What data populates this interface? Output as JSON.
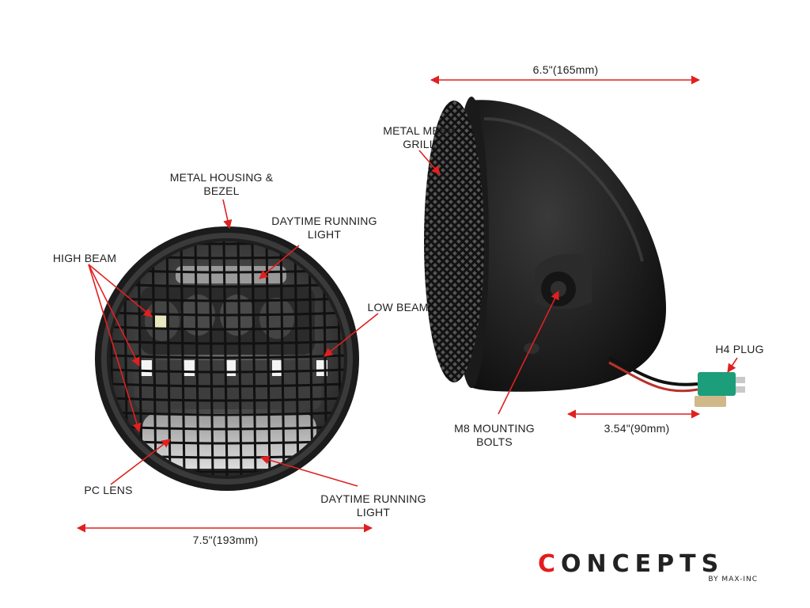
{
  "labels": {
    "metal_housing": [
      "METAL HOUSING &",
      "BEZEL"
    ],
    "drl_top": [
      "DAYTIME RUNNING",
      "LIGHT"
    ],
    "high_beam": "HIGH BEAM",
    "low_beam": "LOW BEAM",
    "pc_lens": "PC LENS",
    "drl_bottom": [
      "DAYTIME RUNNING",
      "LIGHT"
    ],
    "width_front": "7.5\"(193mm)",
    "depth_side": "6.5\"(165mm)",
    "metal_mesh": [
      "METAL MESH",
      "GRILL"
    ],
    "h4_plug": "H4 PLUG",
    "mounting_bolts": [
      "M8 MOUNTING",
      "BOLTS"
    ],
    "bolt_distance": "3.54\"(90mm)"
  },
  "brand": {
    "first_letter": "C",
    "rest": "ONCEPTS",
    "sub": "BY MAX-INC"
  },
  "colors": {
    "accent": "#e02020",
    "housing": "#1f1f1f",
    "text": "#222222",
    "plug": "#1c9e7a"
  }
}
